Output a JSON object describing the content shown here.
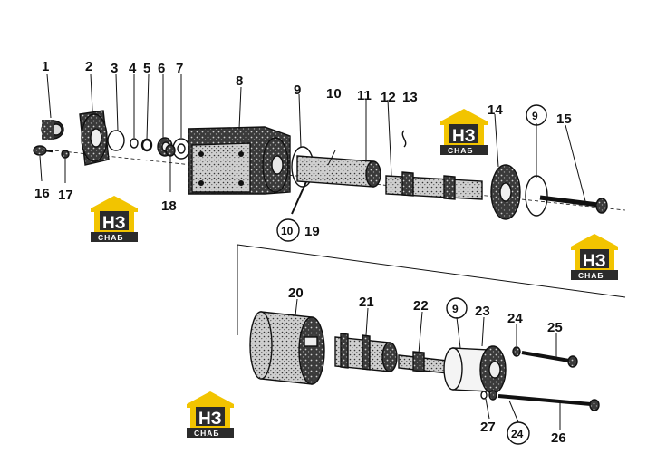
{
  "upper_assembly": {
    "callouts": [
      {
        "id": "p1",
        "label": "1"
      },
      {
        "id": "p2",
        "label": "2"
      },
      {
        "id": "p3",
        "label": "3"
      },
      {
        "id": "p4",
        "label": "4"
      },
      {
        "id": "p5",
        "label": "5"
      },
      {
        "id": "p6",
        "label": "6"
      },
      {
        "id": "p7",
        "label": "7"
      },
      {
        "id": "p8",
        "label": "8"
      },
      {
        "id": "p9",
        "label": "9"
      },
      {
        "id": "p10",
        "label": "10"
      },
      {
        "id": "p11",
        "label": "11"
      },
      {
        "id": "p12",
        "label": "12"
      },
      {
        "id": "p13",
        "label": "13"
      },
      {
        "id": "p14",
        "label": "14"
      },
      {
        "id": "p9c",
        "label": "9"
      },
      {
        "id": "p15",
        "label": "15"
      },
      {
        "id": "p16",
        "label": "16"
      },
      {
        "id": "p17",
        "label": "17"
      },
      {
        "id": "p18",
        "label": "18"
      },
      {
        "id": "p10c",
        "label": "10"
      },
      {
        "id": "p19",
        "label": "19"
      }
    ]
  },
  "lower_assembly": {
    "callouts": [
      {
        "id": "p20",
        "label": "20"
      },
      {
        "id": "p21",
        "label": "21"
      },
      {
        "id": "p22",
        "label": "22"
      },
      {
        "id": "p9d",
        "label": "9"
      },
      {
        "id": "p23",
        "label": "23"
      },
      {
        "id": "p24",
        "label": "24"
      },
      {
        "id": "p25",
        "label": "25"
      },
      {
        "id": "p27",
        "label": "27"
      },
      {
        "id": "p24c",
        "label": "24"
      },
      {
        "id": "p26",
        "label": "26"
      }
    ]
  },
  "watermark": {
    "top": "НЗ",
    "bottom": "СНАБ",
    "colors": {
      "yellow": "#f2c400",
      "dark": "#2b2b2b"
    }
  }
}
